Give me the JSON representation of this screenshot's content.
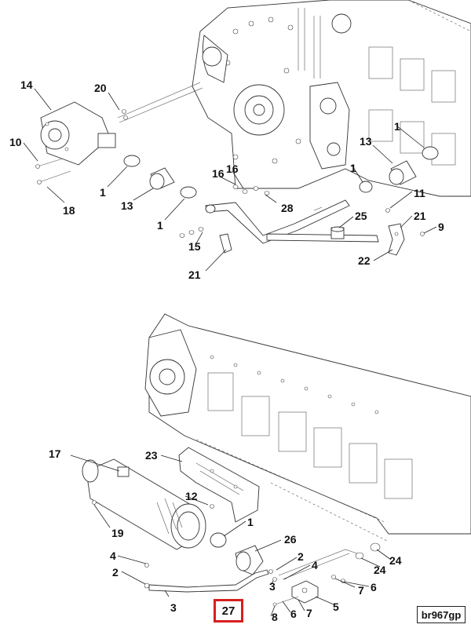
{
  "diagram": {
    "top_callouts": [
      "14",
      "20",
      "10",
      "18",
      "1",
      "13",
      "1",
      "16",
      "16",
      "28",
      "1",
      "13",
      "1",
      "11",
      "25",
      "21",
      "9",
      "15",
      "21",
      "22"
    ],
    "bottom_callouts": [
      "17",
      "23",
      "12",
      "19",
      "1",
      "26",
      "4",
      "2",
      "2",
      "4",
      "3",
      "24",
      "24",
      "7",
      "6",
      "3",
      "27",
      "8",
      "6",
      "7",
      "5"
    ],
    "highlighted_callout": "27",
    "figure_code": "br967gp"
  }
}
